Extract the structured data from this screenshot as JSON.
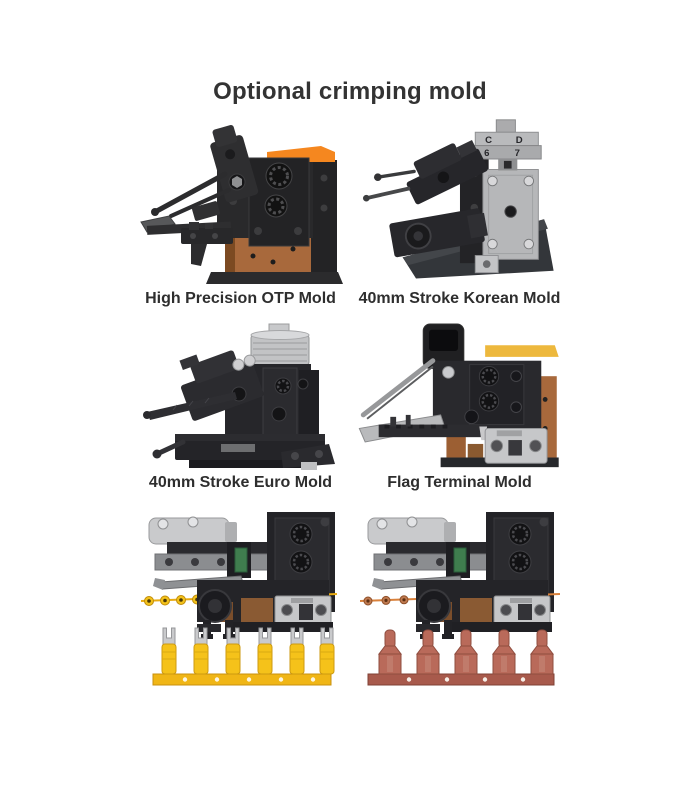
{
  "header": {
    "title": "Optional crimping mold"
  },
  "products": {
    "otp": {
      "label": "High Precision OTP Mold"
    },
    "korean": {
      "label": "40mm Stroke Korean Mold",
      "head_markings": [
        "C",
        "D",
        "6",
        "7"
      ]
    },
    "euro": {
      "label": "40mm Stroke Euro Mold"
    },
    "flag": {
      "label": "Flag Terminal Mold"
    },
    "fork_applicator": {
      "label": ""
    },
    "red_applicator": {
      "label": ""
    }
  },
  "colors": {
    "title_text": "#333333",
    "label_text": "#2e2e2e",
    "accent_orange": "#f5871f",
    "copper": "#a8693c",
    "gold_strip": "#edb83d",
    "yellow_terminal": "#f5c21a",
    "red_terminal": "#b96a5a",
    "metal_silver": "#c2c3c5",
    "machine_black": "#26262a"
  }
}
